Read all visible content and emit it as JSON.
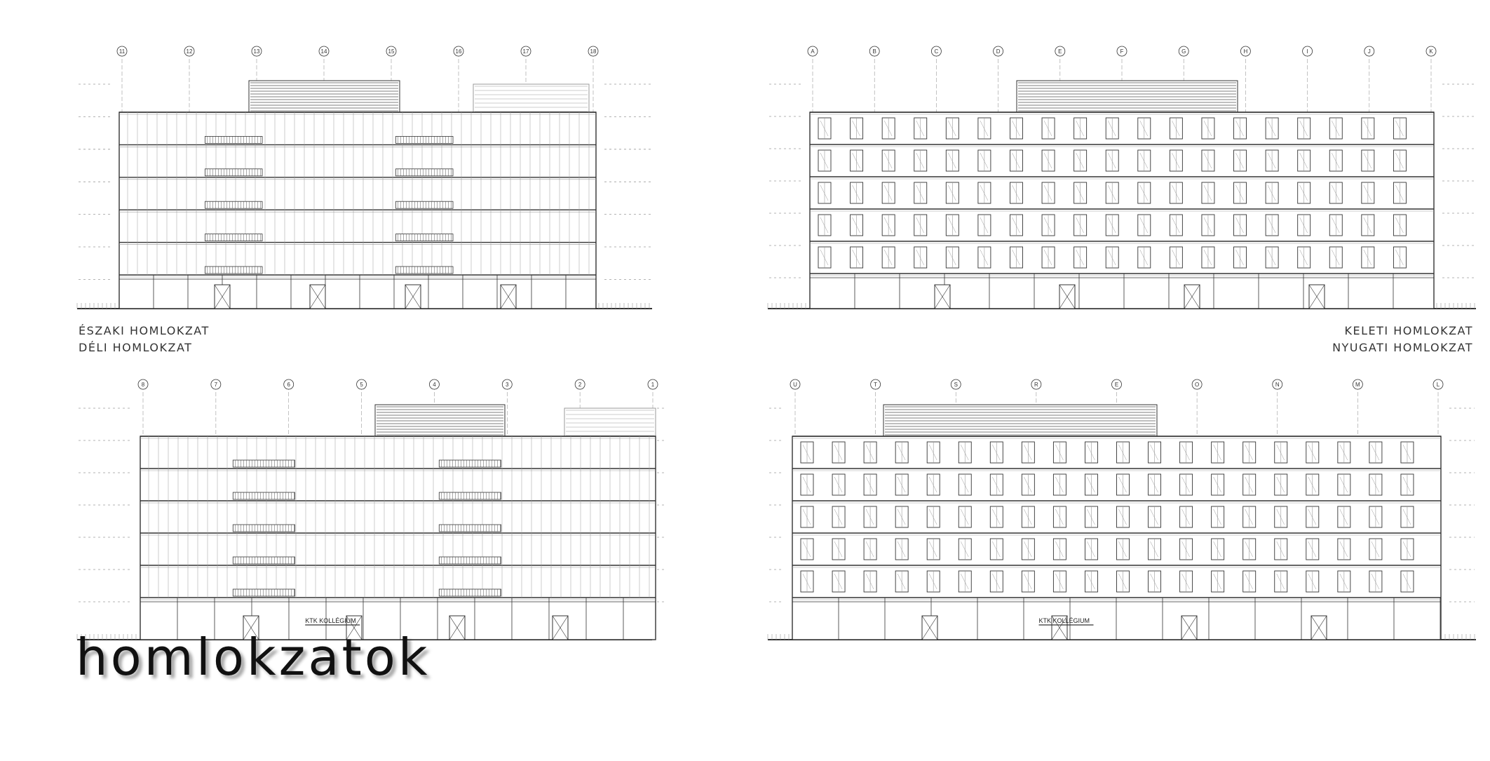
{
  "title": "homlokzatok",
  "panel_labels": {
    "north": "ÉSZAKI HOMLOKZAT",
    "south": "DÉLI HOMLOKZAT",
    "east": "KELETI HOMLOKZAT",
    "west": "NYUGATI HOMLOKZAT"
  },
  "elevations": [
    {
      "id": "north",
      "axes": [
        "11",
        "12",
        "13",
        "14",
        "15",
        "16",
        "17",
        "18"
      ],
      "style": "glazed",
      "floors": 5
    },
    {
      "id": "east",
      "axes": [
        "A",
        "B",
        "C",
        "D",
        "E",
        "F",
        "G",
        "H",
        "I",
        "J",
        "K"
      ],
      "style": "windows",
      "floors": 5
    },
    {
      "id": "south",
      "axes": [
        "8",
        "7",
        "6",
        "5",
        "4",
        "3",
        "2",
        "1"
      ],
      "style": "glazed",
      "floors": 5,
      "sign": "KTK KOLLÉGIUM"
    },
    {
      "id": "west",
      "axes": [
        "U",
        "T",
        "S",
        "R",
        "E",
        "O",
        "N",
        "M",
        "L"
      ],
      "style": "windows",
      "floors": 5,
      "sign": "KTK KOLLÉGIUM"
    }
  ],
  "colors": {
    "line": "#333333",
    "light": "#9a9a9a",
    "roof": "#555555",
    "background": "#ffffff"
  }
}
